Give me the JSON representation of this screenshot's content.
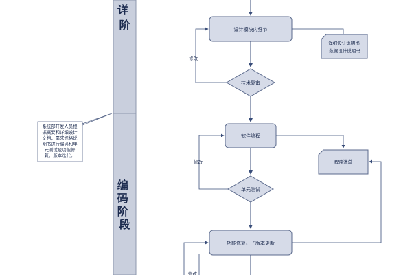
{
  "swimlanes": {
    "design_tail": "详阶段",
    "coding": "编码阶段"
  },
  "note": {
    "lines": [
      "系统部开发人员根",
      "据概要和详细设计",
      "文档，需求规格说",
      "明书进行编码和单",
      "元测试及功能修",
      "复，版本迭代。"
    ]
  },
  "nodes": {
    "design_detail": "设计模块内细节",
    "detail_docs": [
      "详细设计说明书",
      "数据设计说明书"
    ],
    "tech_review": "技术复审",
    "coding": "软件编程",
    "program_list": "程序清单",
    "unit_test": "单元测试",
    "fix_version": "功能修复、子版本更新"
  },
  "labels": {
    "modify1": "修改",
    "modify2": "修改",
    "modify3": "修改"
  }
}
